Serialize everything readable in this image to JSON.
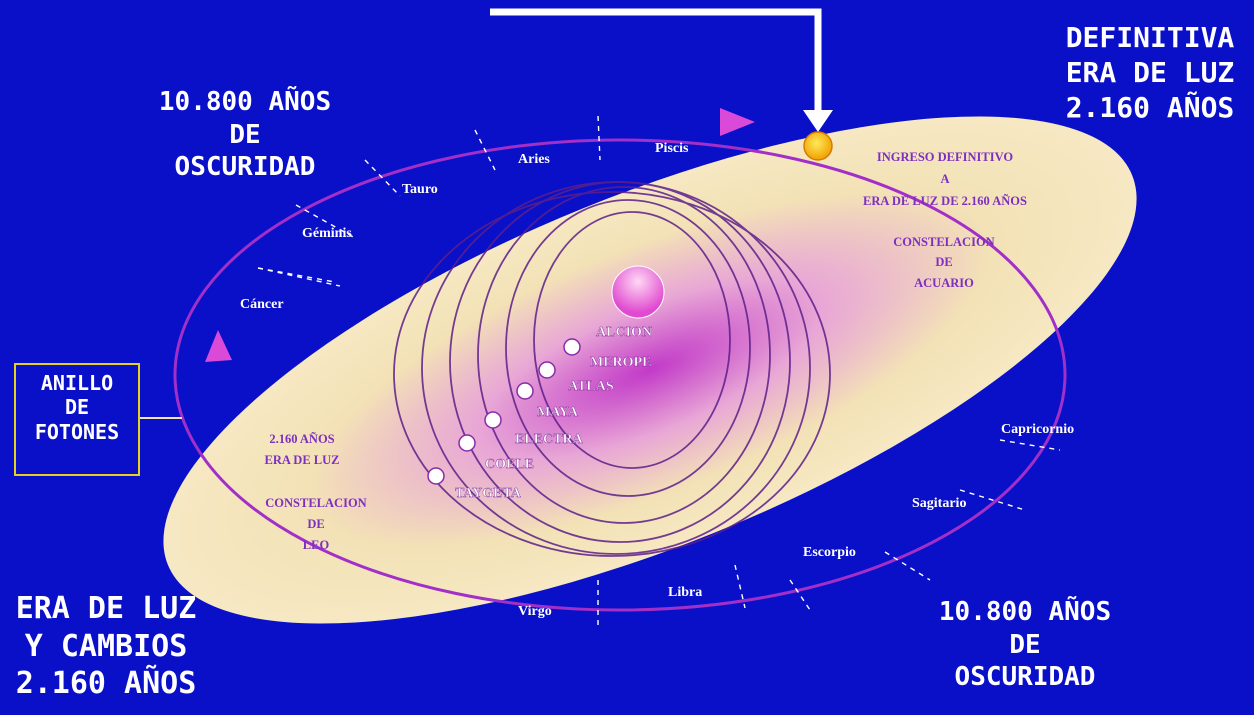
{
  "corners": {
    "top_left": [
      "10.800 AÑOS",
      "DE",
      "OSCURIDAD"
    ],
    "top_right": [
      "DEFINITIVA",
      "ERA DE LUZ",
      "2.160 AÑOS"
    ],
    "bottom_left": [
      "ERA DE LUZ",
      "Y CAMBIOS",
      "2.160 AÑOS"
    ],
    "bottom_right": [
      "10.800 AÑOS",
      "DE",
      "OSCURIDAD"
    ]
  },
  "photon_ring_label": [
    "ANILLO",
    "DE",
    "FOTONES"
  ],
  "zodiac": {
    "aries": "Aries",
    "piscis": "Piscis",
    "tauro": "Tauro",
    "geminis": "Géminis",
    "cancer": "Cáncer",
    "virgo": "Virgo",
    "libra": "Libra",
    "escorpio": "Escorpio",
    "sagitario": "Sagitario",
    "capricornio": "Capricornio"
  },
  "stars": {
    "alcion": "ALCION",
    "merope": "MEROPE",
    "atlas": "ATLAS",
    "maya": "MAYA",
    "electra": "ELECTRA",
    "coele": "COELE",
    "taygeta": "TAYGETA"
  },
  "ingress": [
    "INGRESO DEFINITIVO",
    "A",
    "ERA DE LUZ DE 2.160 AÑOS"
  ],
  "acuario": [
    "CONSTELACION",
    "DE",
    "ACUARIO"
  ],
  "leo_era": [
    "2.160 AÑOS",
    "ERA DE LUZ"
  ],
  "leo": [
    "CONSTELACION",
    "DE",
    "LEO"
  ],
  "colors": {
    "background": "#0a10c8",
    "ellipse": "#f3e2b6",
    "orbit": "#a12fc8",
    "sun": "#f5b800",
    "box_border": "#e6d21c"
  }
}
